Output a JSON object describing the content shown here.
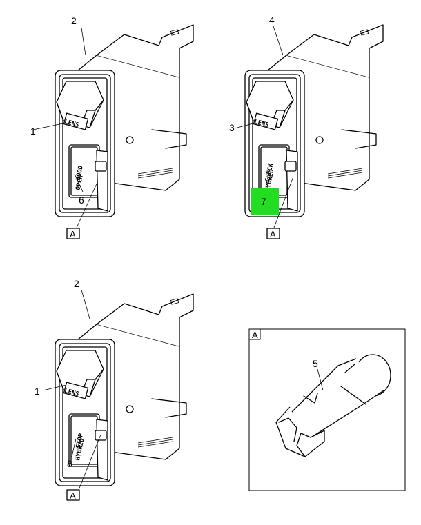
{
  "switches": [
    {
      "callouts": {
        "housing": "2",
        "lens": "1",
        "plate": "6",
        "detail": "A"
      },
      "lens_text": "LENS",
      "plate_lines": [
        "HOOD",
        "OPEN"
      ],
      "highlighted": false
    },
    {
      "callouts": {
        "housing": "4",
        "lens": "3",
        "plate": "7",
        "detail": "A"
      },
      "lens_text": "LENS",
      "plate_lines": [
        "CHECK",
        "HYBRID"
      ],
      "highlighted": true
    },
    {
      "callouts": {
        "housing": "2",
        "lens": "1",
        "plate": "8",
        "detail": "A"
      },
      "lens_text": "LENS",
      "plate_lines": [
        "STOP",
        "HYBRID"
      ],
      "highlighted": false
    }
  ],
  "detail": {
    "label": "A",
    "callout": "5"
  },
  "colors": {
    "highlight": "#22dd22",
    "line": "#000000"
  }
}
